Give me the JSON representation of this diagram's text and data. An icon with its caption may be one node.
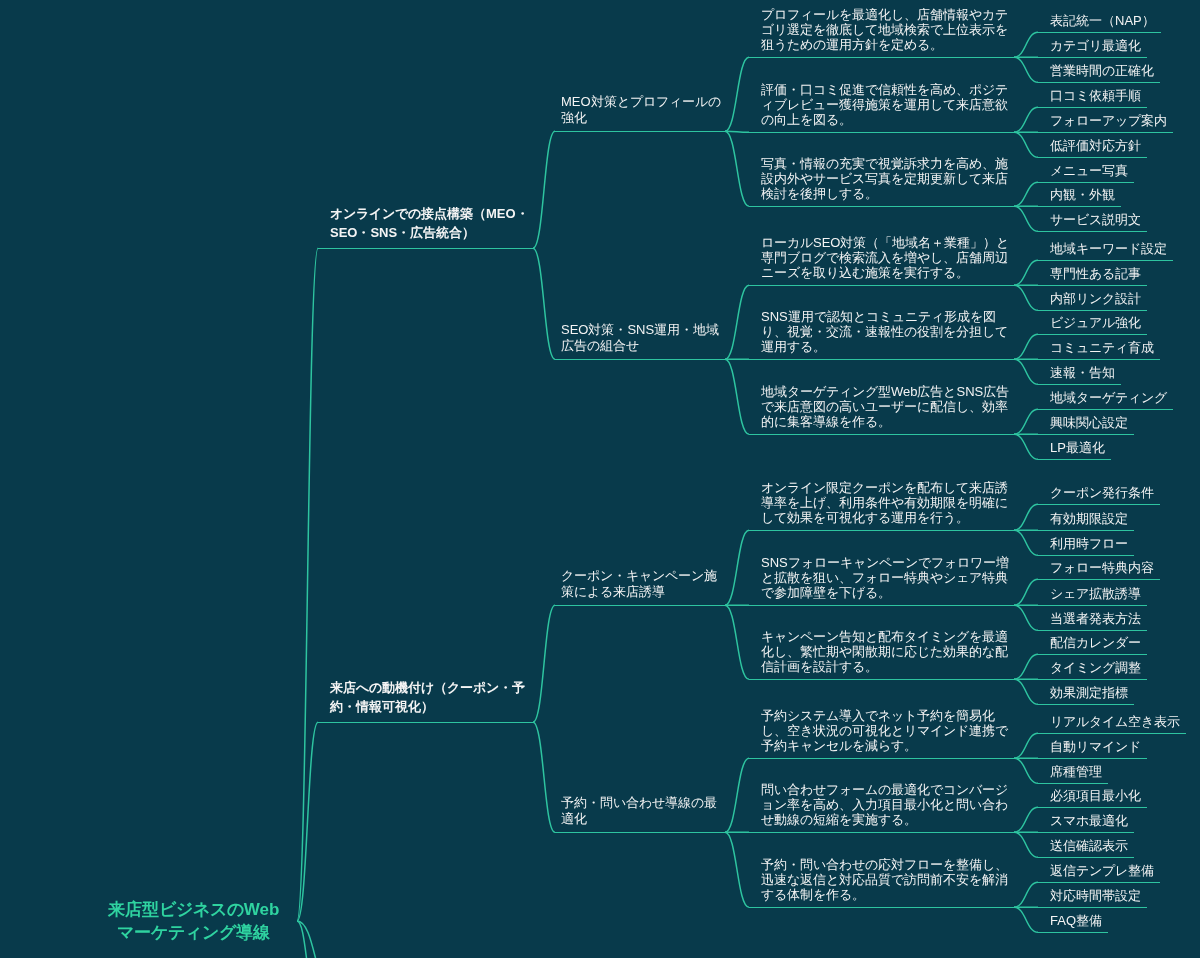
{
  "diagram": {
    "nodes": [
      {
        "text": [
          "来店型ビジネスのWebマーケティング導線"
        ]
      },
      {
        "text": [
          "オンラインでの接点構築（MEO・SEO・SNS・広告統合）"
        ]
      },
      {
        "text": [
          "MEO対策とプロフィールの強化"
        ]
      },
      {
        "text": [
          "プロフィールを最適化し、店舗情報やカテゴリ選定を徹底して地域検索で上位表示を狙うための運用方針を定める。"
        ]
      },
      {
        "text": [
          "表記統一（NAP）"
        ]
      },
      {
        "text": [
          "カテゴリ最適化"
        ]
      },
      {
        "text": [
          "営業時間の正確化"
        ]
      },
      {
        "text": [
          "評価・口コミ促進で信頼性を高め、ポジティブレビュー獲得施策を運用して来店意欲の向上を図る。"
        ]
      },
      {
        "text": [
          "口コミ依頼手順"
        ]
      },
      {
        "text": [
          "フォローアップ案内"
        ]
      },
      {
        "text": [
          "低評価対応方針"
        ]
      },
      {
        "text": [
          "写真・情報の充実で視覚訴求力を高め、施設内外やサービス写真を定期更新して来店検討を後押しする。"
        ]
      },
      {
        "text": [
          "メニュー写真"
        ]
      },
      {
        "text": [
          "内観・外観"
        ]
      },
      {
        "text": [
          "サービス説明文"
        ]
      },
      {
        "text": [
          "SEO対策・SNS運用・地域広告の組合せ"
        ]
      },
      {
        "text": [
          "ローカルSEO対策（「地域名＋業種」）と専門ブログで検索流入を増やし、店舗周辺ニーズを取り込む施策を実行する。"
        ]
      },
      {
        "text": [
          "地域キーワード設定"
        ]
      },
      {
        "text": [
          "専門性ある記事"
        ]
      },
      {
        "text": [
          "内部リンク設計"
        ]
      },
      {
        "text": [
          "SNS運用で認知とコミュニティ形成を図り、視覚・交流・速報性の役割を分担して運用する。"
        ]
      },
      {
        "text": [
          "ビジュアル強化"
        ]
      },
      {
        "text": [
          "コミュニティ育成"
        ]
      },
      {
        "text": [
          "速報・告知"
        ]
      },
      {
        "text": [
          "地域ターゲティング型Web広告とSNS広告で来店意図の高いユーザーに配信し、効率的に集客導線を作る。"
        ]
      },
      {
        "text": [
          "地域ターゲティング"
        ]
      },
      {
        "text": [
          "興味関心設定"
        ]
      },
      {
        "text": [
          "LP最適化"
        ]
      },
      {
        "text": [
          "来店への動機付け（クーポン・予約・情報可視化）"
        ]
      },
      {
        "text": [
          "クーポン・キャンペーン施策による来店誘導"
        ]
      },
      {
        "text": [
          "オンライン限定クーポンを配布して来店誘導率を上げ、利用条件や有効期限を明確にして効果を可視化する運用を行う。"
        ]
      },
      {
        "text": [
          "クーポン発行条件"
        ]
      },
      {
        "text": [
          "有効期限設定"
        ]
      },
      {
        "text": [
          "利用時フロー"
        ]
      },
      {
        "text": [
          "SNSフォローキャンペーンでフォロワー増と拡散を狙い、フォロー特典やシェア特典で参加障壁を下げる。"
        ]
      },
      {
        "text": [
          "フォロー特典内容"
        ]
      },
      {
        "text": [
          "シェア拡散誘導"
        ]
      },
      {
        "text": [
          "当選者発表方法"
        ]
      },
      {
        "text": [
          "キャンペーン告知と配布タイミングを最適化し、繁忙期や閑散期に応じた効果的な配信計画を設計する。"
        ]
      },
      {
        "text": [
          "配信カレンダー"
        ]
      },
      {
        "text": [
          "タイミング調整"
        ]
      },
      {
        "text": [
          "効果測定指標"
        ]
      },
      {
        "text": [
          "予約・問い合わせ導線の最適化"
        ]
      },
      {
        "text": [
          "予約システム導入でネット予約を簡易化し、空き状況の可視化とリマインド連携で予約キャンセルを減らす。"
        ]
      },
      {
        "text": [
          "リアルタイム空き表示"
        ]
      },
      {
        "text": [
          "自動リマインド"
        ]
      },
      {
        "text": [
          "席種管理"
        ]
      },
      {
        "text": [
          "問い合わせフォームの最適化でコンバージョン率を高め、入力項目最小化と問い合わせ動線の短縮を実施する。"
        ]
      },
      {
        "text": [
          "必須項目最小化"
        ]
      },
      {
        "text": [
          "スマホ最適化"
        ]
      },
      {
        "text": [
          "送信確認表示"
        ]
      },
      {
        "text": [
          "予約・問い合わせの応対フローを整備し、迅速な返信と対応品質で訪問前不安を解消する体制を作る。"
        ]
      },
      {
        "text": [
          "返信テンプレ整備"
        ]
      },
      {
        "text": [
          "対応時間帯設定"
        ]
      },
      {
        "text": [
          "FAQ整備"
        ]
      }
    ],
    "edges": [
      {
        "from": 0,
        "to": 1,
        "arrow": "none"
      },
      {
        "from": 1,
        "to": 2,
        "arrow": "none"
      },
      {
        "from": 2,
        "to": 3,
        "arrow": "none"
      },
      {
        "from": 3,
        "to": 4,
        "arrow": "none"
      },
      {
        "from": 3,
        "to": 5,
        "arrow": "none"
      },
      {
        "from": 3,
        "to": 6,
        "arrow": "none"
      },
      {
        "from": 2,
        "to": 7,
        "arrow": "none"
      },
      {
        "from": 7,
        "to": 8,
        "arrow": "none"
      },
      {
        "from": 7,
        "to": 9,
        "arrow": "none"
      },
      {
        "from": 7,
        "to": 10,
        "arrow": "none"
      },
      {
        "from": 2,
        "to": 11,
        "arrow": "none"
      },
      {
        "from": 11,
        "to": 12,
        "arrow": "none"
      },
      {
        "from": 11,
        "to": 13,
        "arrow": "none"
      },
      {
        "from": 11,
        "to": 14,
        "arrow": "none"
      },
      {
        "from": 1,
        "to": 15,
        "arrow": "none"
      },
      {
        "from": 15,
        "to": 16,
        "arrow": "none"
      },
      {
        "from": 16,
        "to": 17,
        "arrow": "none"
      },
      {
        "from": 16,
        "to": 18,
        "arrow": "none"
      },
      {
        "from": 16,
        "to": 19,
        "arrow": "none"
      },
      {
        "from": 15,
        "to": 20,
        "arrow": "none"
      },
      {
        "from": 20,
        "to": 21,
        "arrow": "none"
      },
      {
        "from": 20,
        "to": 22,
        "arrow": "none"
      },
      {
        "from": 20,
        "to": 23,
        "arrow": "none"
      },
      {
        "from": 15,
        "to": 24,
        "arrow": "none"
      },
      {
        "from": 24,
        "to": 25,
        "arrow": "none"
      },
      {
        "from": 24,
        "to": 26,
        "arrow": "none"
      },
      {
        "from": 24,
        "to": 27,
        "arrow": "none"
      },
      {
        "from": 0,
        "to": 28,
        "arrow": "none"
      },
      {
        "from": 28,
        "to": 29,
        "arrow": "none"
      },
      {
        "from": 29,
        "to": 30,
        "arrow": "none"
      },
      {
        "from": 30,
        "to": 31,
        "arrow": "none"
      },
      {
        "from": 30,
        "to": 32,
        "arrow": "none"
      },
      {
        "from": 30,
        "to": 33,
        "arrow": "none"
      },
      {
        "from": 29,
        "to": 34,
        "arrow": "none"
      },
      {
        "from": 34,
        "to": 35,
        "arrow": "none"
      },
      {
        "from": 34,
        "to": 36,
        "arrow": "none"
      },
      {
        "from": 34,
        "to": 37,
        "arrow": "none"
      },
      {
        "from": 29,
        "to": 38,
        "arrow": "none"
      },
      {
        "from": 38,
        "to": 39,
        "arrow": "none"
      },
      {
        "from": 38,
        "to": 40,
        "arrow": "none"
      },
      {
        "from": 38,
        "to": 41,
        "arrow": "none"
      },
      {
        "from": 28,
        "to": 42,
        "arrow": "none"
      },
      {
        "from": 42,
        "to": 43,
        "arrow": "none"
      },
      {
        "from": 43,
        "to": 44,
        "arrow": "none"
      },
      {
        "from": 43,
        "to": 45,
        "arrow": "none"
      },
      {
        "from": 43,
        "to": 46,
        "arrow": "none"
      },
      {
        "from": 42,
        "to": 47,
        "arrow": "none"
      },
      {
        "from": 47,
        "to": 48,
        "arrow": "none"
      },
      {
        "from": 47,
        "to": 49,
        "arrow": "none"
      },
      {
        "from": 47,
        "to": 50,
        "arrow": "none"
      },
      {
        "from": 42,
        "to": 51,
        "arrow": "none"
      },
      {
        "from": 51,
        "to": 52,
        "arrow": "none"
      },
      {
        "from": 51,
        "to": 53,
        "arrow": "none"
      },
      {
        "from": 51,
        "to": 54,
        "arrow": "none"
      },
      {
        "from": 0,
        "to": null,
        "arrow": "none"
      },
      {
        "from": 0,
        "to": null,
        "arrow": "none"
      }
    ]
  }
}
